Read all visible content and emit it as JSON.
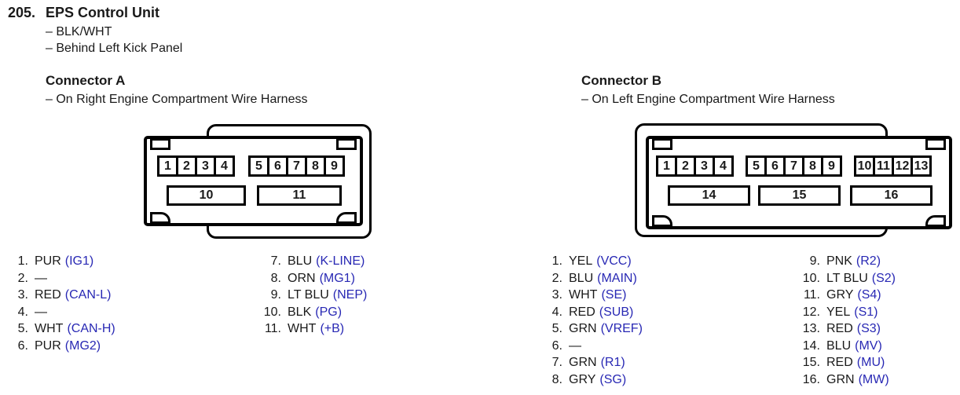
{
  "page": {
    "section_number": "205.",
    "title": "EPS Control Unit",
    "details": [
      "– BLK/WHT",
      "– Behind Left Kick Panel"
    ]
  },
  "colors": {
    "signal_blue": "#2828b4",
    "ink_black": "#1a1a1a"
  },
  "connectors": [
    {
      "name": "Connector A",
      "location": "– On Right Engine Compartment Wire Harness",
      "top_pin_groups": [
        [
          "1",
          "2",
          "3",
          "4"
        ],
        [
          "5",
          "6",
          "7",
          "8",
          "9"
        ]
      ],
      "bottom_pins": [
        "10",
        "11"
      ],
      "pin_columns": [
        [
          {
            "num": "1.",
            "wire": "PUR",
            "signal": "(IG1)"
          },
          {
            "num": "2.",
            "wire": "—",
            "signal": ""
          },
          {
            "num": "3.",
            "wire": "RED",
            "signal": "(CAN-L)"
          },
          {
            "num": "4.",
            "wire": "—",
            "signal": ""
          },
          {
            "num": "5.",
            "wire": "WHT",
            "signal": "(CAN-H)"
          },
          {
            "num": "6.",
            "wire": "PUR",
            "signal": "(MG2)"
          }
        ],
        [
          {
            "num": "7.",
            "wire": "BLU",
            "signal": "(K-LINE)"
          },
          {
            "num": "8.",
            "wire": "ORN",
            "signal": "(MG1)"
          },
          {
            "num": "9.",
            "wire": "LT BLU",
            "signal": "(NEP)"
          },
          {
            "num": "10.",
            "wire": "BLK",
            "signal": "(PG)"
          },
          {
            "num": "11.",
            "wire": "WHT",
            "signal": "(+B)"
          }
        ]
      ]
    },
    {
      "name": "Connector B",
      "location": "– On Left Engine Compartment Wire Harness",
      "top_pin_groups": [
        [
          "1",
          "2",
          "3",
          "4"
        ],
        [
          "5",
          "6",
          "7",
          "8",
          "9"
        ],
        [
          "10",
          "11",
          "12",
          "13"
        ]
      ],
      "bottom_pins": [
        "14",
        "15",
        "16"
      ],
      "pin_columns": [
        [
          {
            "num": "1.",
            "wire": "YEL",
            "signal": "(VCC)"
          },
          {
            "num": "2.",
            "wire": "BLU",
            "signal": "(MAIN)"
          },
          {
            "num": "3.",
            "wire": "WHT",
            "signal": "(SE)"
          },
          {
            "num": "4.",
            "wire": "RED",
            "signal": "(SUB)"
          },
          {
            "num": "5.",
            "wire": "GRN",
            "signal": "(VREF)"
          },
          {
            "num": "6.",
            "wire": "—",
            "signal": ""
          },
          {
            "num": "7.",
            "wire": "GRN",
            "signal": "(R1)"
          },
          {
            "num": "8.",
            "wire": "GRY",
            "signal": "(SG)"
          }
        ],
        [
          {
            "num": "9.",
            "wire": "PNK",
            "signal": "(R2)"
          },
          {
            "num": "10.",
            "wire": "LT BLU",
            "signal": "(S2)"
          },
          {
            "num": "11.",
            "wire": "GRY",
            "signal": "(S4)"
          },
          {
            "num": "12.",
            "wire": "YEL",
            "signal": "(S1)"
          },
          {
            "num": "13.",
            "wire": "RED",
            "signal": "(S3)"
          },
          {
            "num": "14.",
            "wire": "BLU",
            "signal": "(MV)"
          },
          {
            "num": "15.",
            "wire": "RED",
            "signal": "(MU)"
          },
          {
            "num": "16.",
            "wire": "GRN",
            "signal": "(MW)"
          }
        ]
      ]
    }
  ]
}
